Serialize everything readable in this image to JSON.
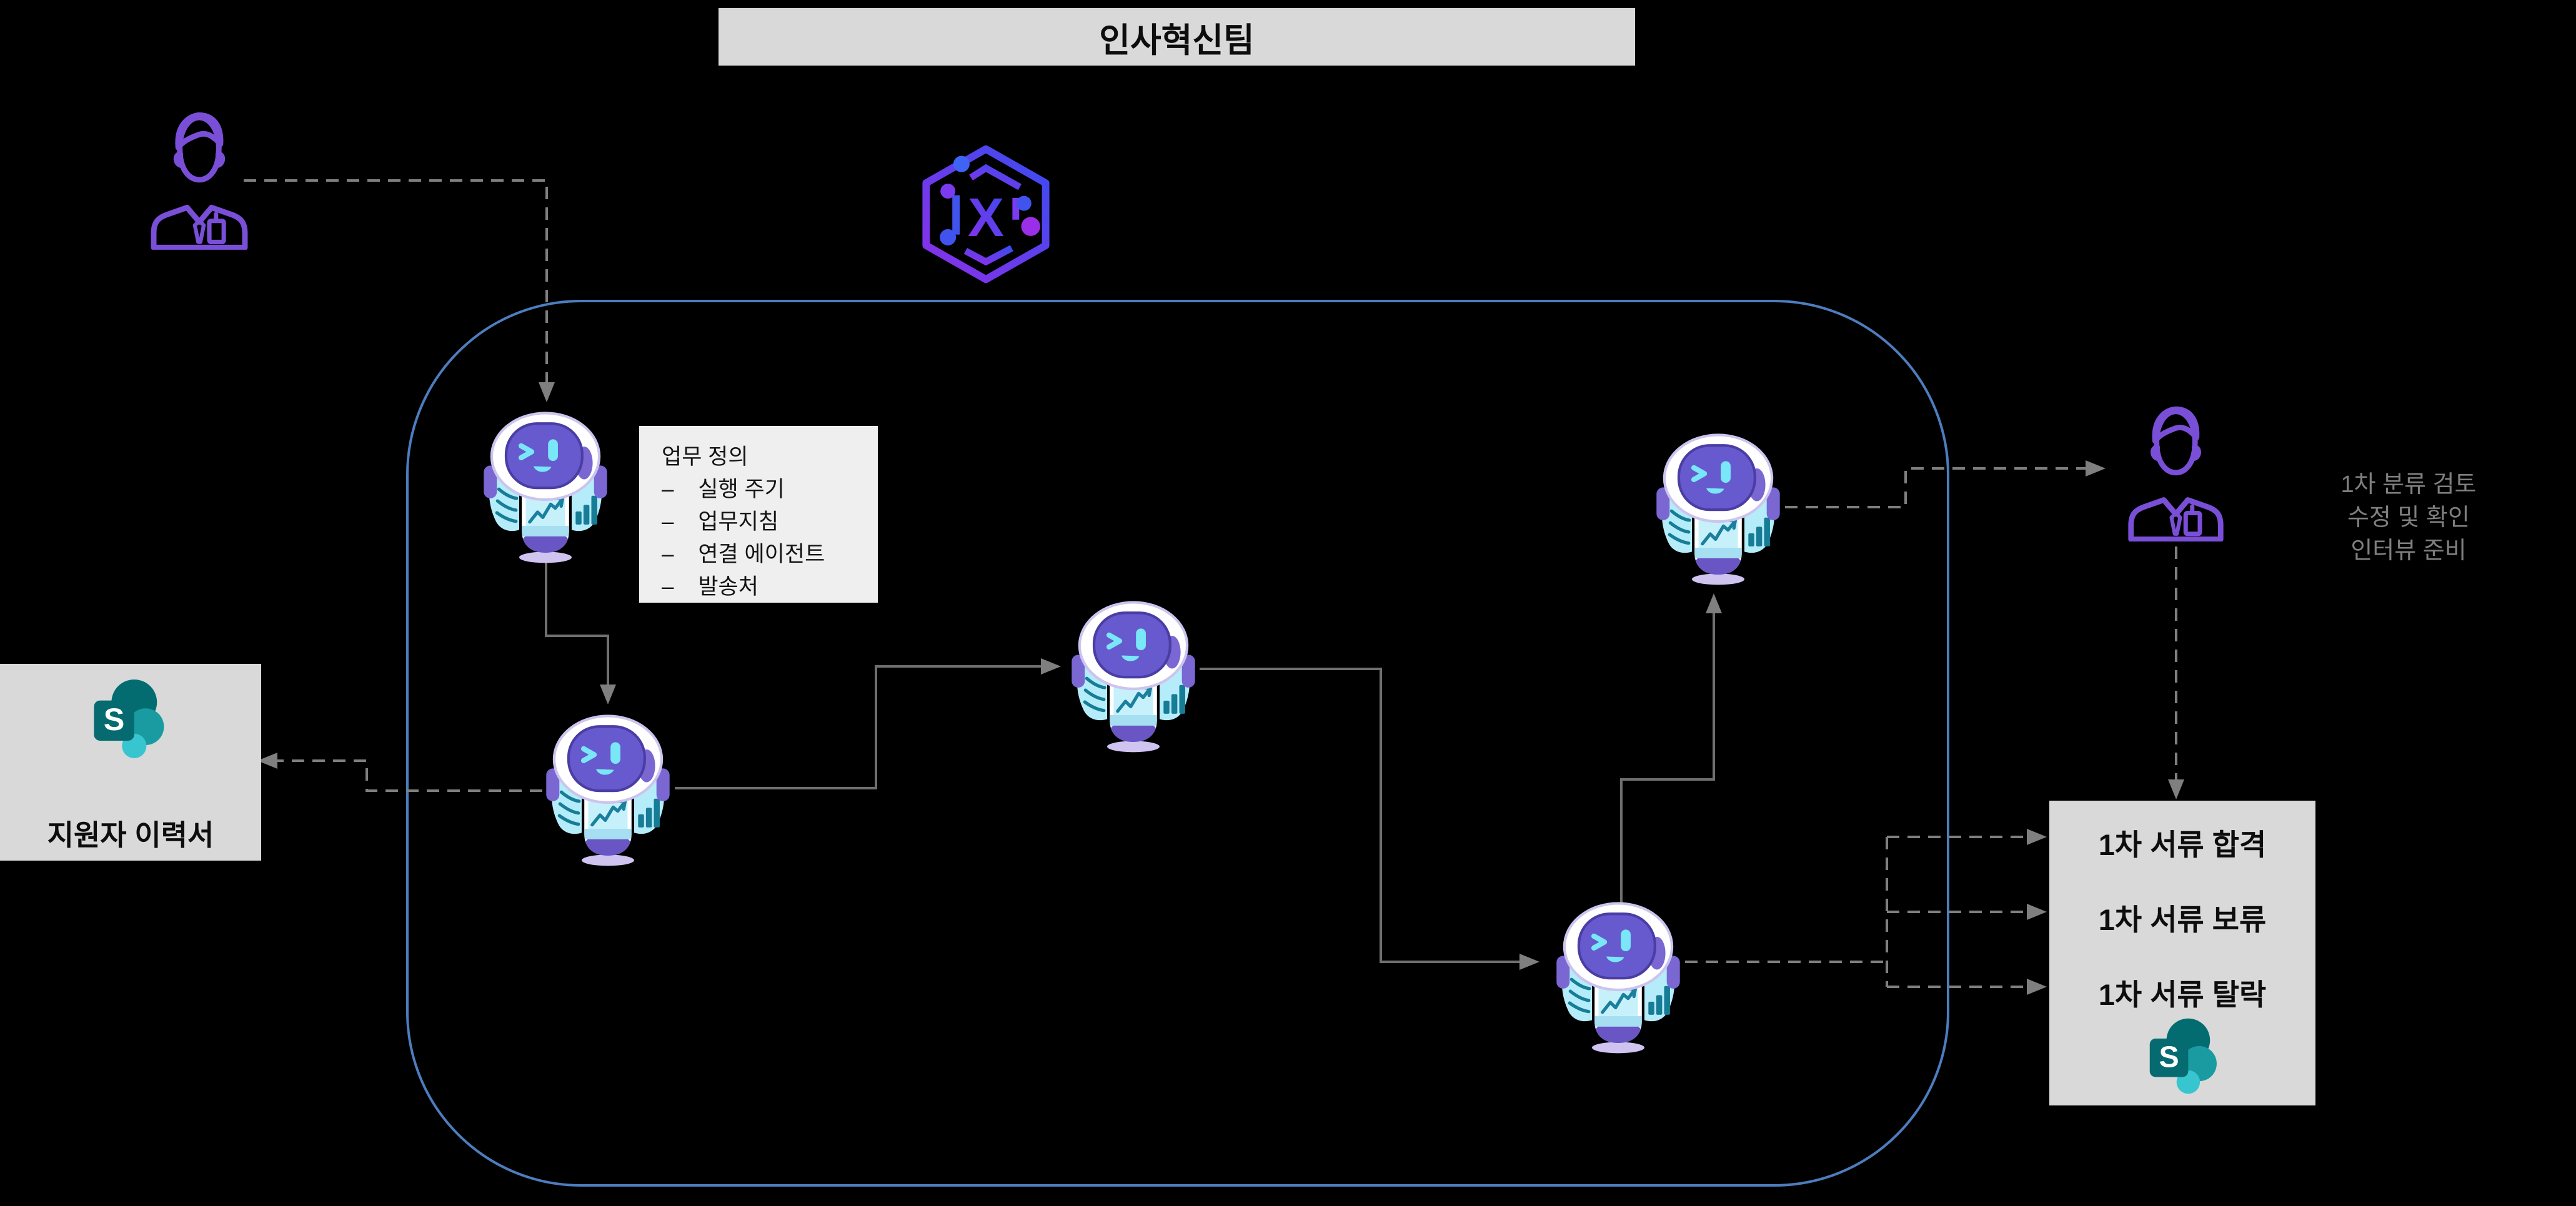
{
  "header": {
    "title": "인사혁신팀"
  },
  "hub_logo": {
    "letter": "X"
  },
  "sharepoint": {
    "letter": "S"
  },
  "task_note": {
    "title": "업무 정의",
    "items": [
      "–    실행 주기",
      "–    업무지침",
      "–    연결 에이전트",
      "–    발송처"
    ]
  },
  "resume_box": {
    "label": "지원자 이력서"
  },
  "review_note": {
    "lines": [
      "1차 분류 검토",
      "수정 및 확인",
      "인터뷰 준비"
    ]
  },
  "results_box": {
    "items": [
      "1차 서류 합격",
      "1차 서류 보류",
      "1차 서류 탈락"
    ]
  },
  "colors": {
    "background": "#000000",
    "boundary_blue": "#4d7dbe",
    "connector_gray": "#7f7f7f",
    "panel_gray": "#d9d9d9",
    "note_gray": "#efefef",
    "muted_text_gray": "#7f7f7f",
    "person_purple": "#7a4fd8",
    "robot_face_purple": "#675ace",
    "robot_cyan": "#7ae7f8",
    "wing_teal": "#177c95",
    "sharepoint_teal": "#036c70",
    "hex_blue": "#3a4cf0",
    "hex_purple": "#8b30e8"
  }
}
